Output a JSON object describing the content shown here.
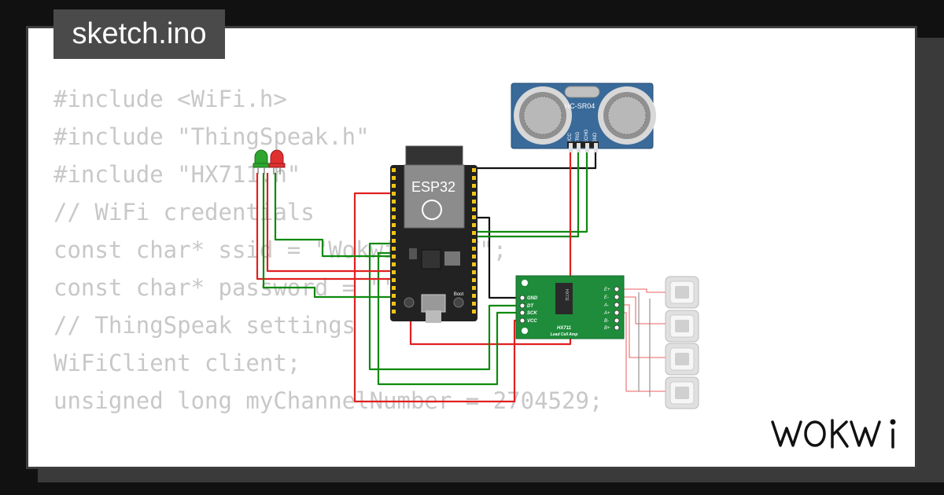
{
  "tab": {
    "filename": "sketch.ino"
  },
  "code_lines": [
    "#include <WiFi.h>",
    "#include \"ThingSpeak.h\"",
    "#include \"HX711.h\"",
    "",
    "// WiFi credentials",
    "const char* ssid = \"Wokwi-GUEST\";",
    "const char* password = \"\";",
    "",
    "// ThingSpeak settings",
    "WiFiClient client;",
    "unsigned long myChannelNumber = 2704529;"
  ],
  "components": {
    "esp32": {
      "label": "ESP32",
      "boot_label": "Boot"
    },
    "ultrasonic": {
      "label": "HC-SR04",
      "pins": [
        "VCC",
        "TRIG",
        "ECHO",
        "GND"
      ]
    },
    "hx711": {
      "title": "HX711",
      "subtitle": "Load Cell Amp",
      "chip": "HX711",
      "left_pins": [
        "GND",
        "DT",
        "SCK",
        "VCC"
      ],
      "right_pins": [
        "E+",
        "E-",
        "A-",
        "A+",
        "B-",
        "B+"
      ]
    },
    "leds": [
      {
        "color": "green"
      },
      {
        "color": "red"
      }
    ]
  },
  "colors": {
    "wire_red": "#e02020",
    "wire_green": "#0e8a0e",
    "wire_black": "#111111",
    "board": "#222222",
    "pcb_green": "#1e8c3a",
    "sensor_blue": "#3a6a99"
  },
  "brand": {
    "logo_text": "WOKWi"
  }
}
